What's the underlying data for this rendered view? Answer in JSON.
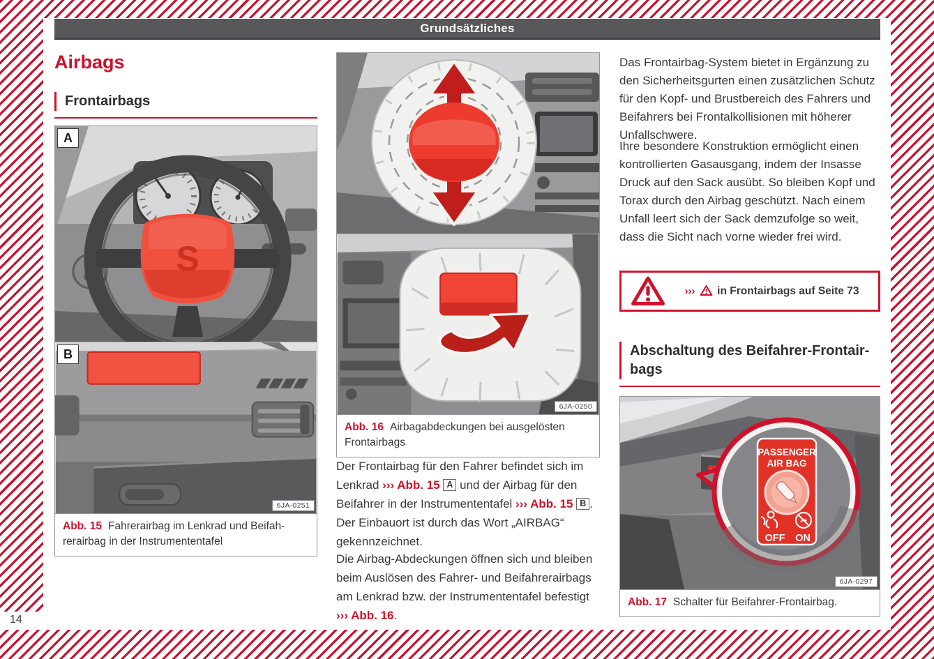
{
  "page": {
    "header": "Grundsätzliches",
    "page_number": "14"
  },
  "colors": {
    "accent_red": "#d0112b",
    "header_bar_gray": "#58585a",
    "body_text": "#3a3a3c",
    "stripe_red": "#c8102e"
  },
  "left": {
    "title": "Airbags",
    "section_heading": "Frontairbags",
    "figure15": {
      "panel_a_label": "A",
      "panel_b_label": "B",
      "seat_logo": "S",
      "code": "6JA-0251",
      "caption_label": "Abb. 15",
      "caption_text": "Fahrerairbag im Lenkrad und Beifah­rerairbag in der Instrumententafel"
    }
  },
  "middle": {
    "figure16": {
      "code": "6JA-0250",
      "caption_label": "Abb. 16",
      "caption_text": "Airbagabdeckungen bei ausgelösten Frontairbags"
    },
    "para1": {
      "t1": "Der Frontairbag für den Fahrer befindet sich im Lenkrad ",
      "ref1": "››› Abb. 15",
      "box1": "A",
      "t2": " und der Airbag für den Beifahrer in der Instrumententafel ",
      "ref2": "››› Abb. 15",
      "box2": "B",
      "t3": ". Der Einbauort ist durch das Wort „AIRBAG“ gekennzeichnet."
    },
    "para2": {
      "t1": "Die Airbag-Abdeckungen öffnen sich und bleiben beim Auslösen des Fahrer- und Bei­fahrerairbags am Lenkrad bzw. der Instru­mententafel befestigt ",
      "ref1": "››› Abb. 16",
      "t2": "."
    }
  },
  "right": {
    "para1": "Das Frontairbag-System bietet in Ergänzung zu den Sicherheitsgurten einen zusätzlichen Schutz für den Kopf- und Brustbereich des Fahrers und Beifahrers bei Frontalkollisionen mit höherer Unfallschwere.",
    "para2": "Ihre besondere Konstruktion ermöglicht ei­nen kontrollierten Gasausgang, indem der In­sasse Druck auf den Sack ausübt. So bleiben Kopf und Torax durch den Airbag geschützt. Nach einem Unfall leert sich der Sack demzu­folge so weit, dass die Sicht nach vorne wie­der frei wird.",
    "warning": {
      "ref": "›››",
      "text": "in Frontairbags auf Seite 73"
    },
    "section_heading": "Abschaltung des Beifahrer-Frontair­bags",
    "figure17": {
      "code": "6JA-0297",
      "switch_title_line1": "PASSENGER",
      "switch_title_line2": "AIR BAG",
      "off_label": "OFF",
      "on_label": "ON",
      "caption_label": "Abb. 17",
      "caption_text": "Schalter für Beifahrer-Frontairbag."
    }
  }
}
